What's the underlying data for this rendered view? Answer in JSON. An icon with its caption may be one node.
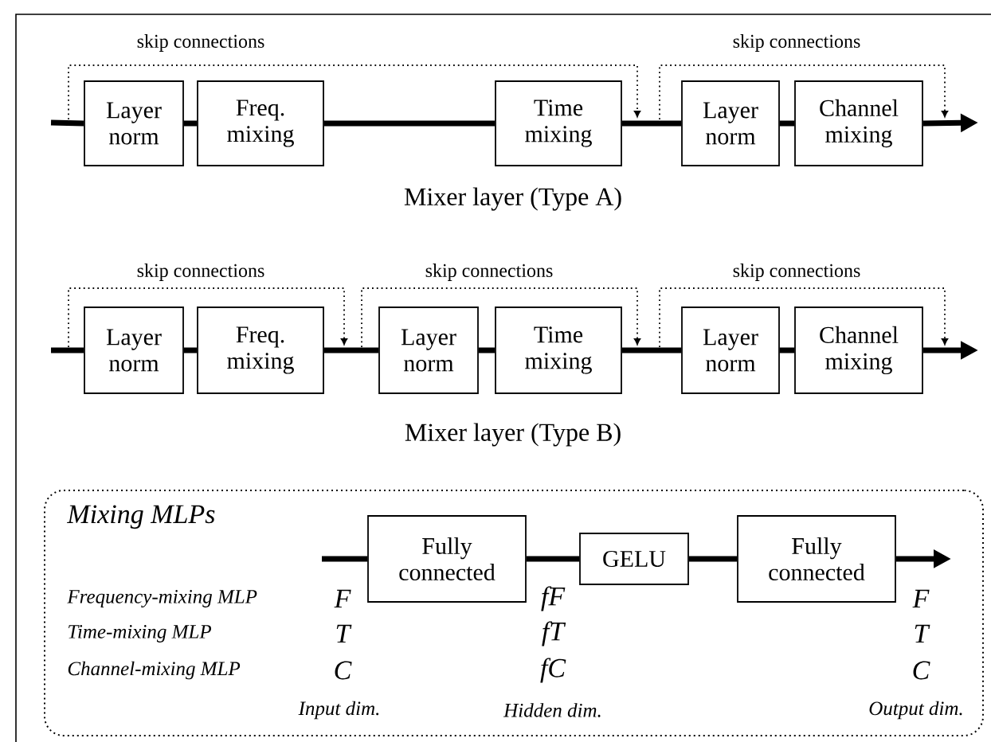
{
  "diagram": {
    "nodes": [
      {
        "text": [
          "Layer norm"
        ]
      },
      {
        "text": [
          "Freq. mixing"
        ]
      },
      {
        "text": [
          "Time mixing"
        ]
      },
      {
        "text": [
          "Layer norm"
        ]
      },
      {
        "text": [
          "Channel mixing"
        ]
      },
      {
        "text": [
          "Layer norm"
        ]
      },
      {
        "text": [
          "Freq. mixing"
        ]
      },
      {
        "text": [
          "Layer norm"
        ]
      },
      {
        "text": [
          "Time mixing"
        ]
      },
      {
        "text": [
          "Layer norm"
        ]
      },
      {
        "text": [
          "Channel mixing"
        ]
      },
      {
        "text": [
          "Mixing MLPs"
        ]
      },
      {
        "text": [
          "Fully connected"
        ],
        "in": 11
      },
      {
        "text": [
          "GELU"
        ],
        "in": 11
      },
      {
        "text": [
          "Fully connected"
        ],
        "in": 11
      }
    ],
    "edges": [
      {
        "from": null,
        "to": 0,
        "arrow": "none"
      },
      {
        "from": 0,
        "to": 1,
        "arrow": "none"
      },
      {
        "from": 1,
        "to": 2,
        "arrow": "none"
      },
      {
        "from": 2,
        "to": 3,
        "arrow": "none"
      },
      {
        "from": 3,
        "to": 4,
        "arrow": "none"
      },
      {
        "from": 4,
        "to": null,
        "arrow": "to"
      },
      {
        "from": null,
        "to": 5,
        "arrow": "none"
      },
      {
        "from": 5,
        "to": 6,
        "arrow": "none"
      },
      {
        "from": 6,
        "to": 7,
        "arrow": "none"
      },
      {
        "from": 7,
        "to": 8,
        "arrow": "none"
      },
      {
        "from": 8,
        "to": 9,
        "arrow": "none"
      },
      {
        "from": 9,
        "to": 10,
        "arrow": "none"
      },
      {
        "from": 10,
        "to": null,
        "arrow": "to"
      },
      {
        "from": null,
        "to": 12,
        "arrow": "none"
      },
      {
        "from": 12,
        "to": 13,
        "arrow": "none"
      },
      {
        "from": 13,
        "to": 14,
        "arrow": "none"
      },
      {
        "from": 14,
        "to": null,
        "arrow": "to"
      }
    ],
    "labels": [
      "skip connections",
      "skip connections",
      "Mixer layer (Type A)",
      "skip connections",
      "skip connections",
      "skip connections",
      "Mixer layer (Type B)",
      "Frequency-mixing MLP",
      "F",
      "fF",
      "F",
      "Time-mixing MLP",
      "T",
      "fT",
      "T",
      "Channel-mixing MLP",
      "C",
      "fC",
      "C",
      "Input dim.",
      "Hidden dim.",
      "Output dim."
    ]
  }
}
